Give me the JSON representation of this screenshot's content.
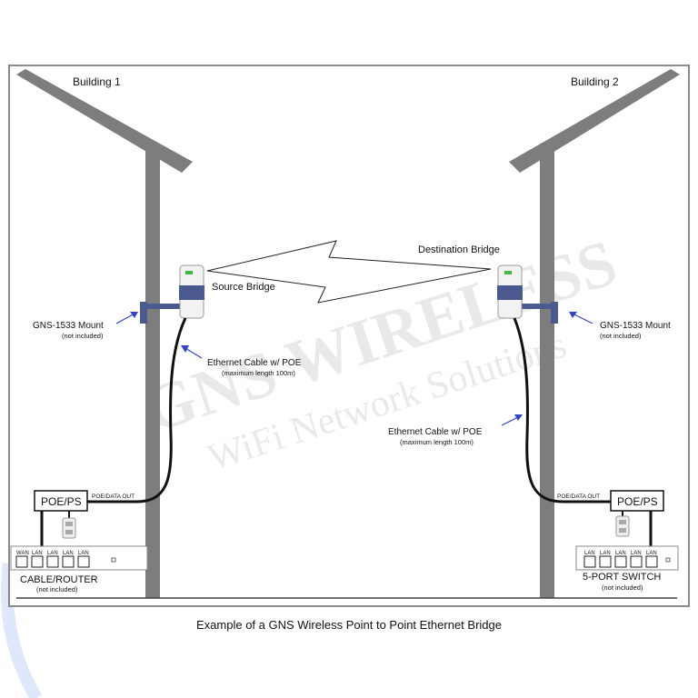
{
  "buildings": {
    "left": "Building 1",
    "right": "Building 2"
  },
  "bridges": {
    "source": "Source Bridge",
    "destination": "Destination Bridge"
  },
  "mount": {
    "label": "GNS-1533 Mount",
    "note": "(not included)"
  },
  "cable": {
    "label": "Ethernet Cable w/ POE",
    "note": "(maximum length 100m)"
  },
  "poe": {
    "label": "POE/PS",
    "out": "POE/DATA OUT"
  },
  "router": {
    "title": "CABLE/ROUTER",
    "note": "(not included)",
    "ports": [
      "WAN",
      "LAN",
      "LAN",
      "LAN",
      "LAN"
    ]
  },
  "switch": {
    "title": "5-PORT SWITCH",
    "note": "(not included)",
    "ports": [
      "LAN",
      "LAN",
      "LAN",
      "LAN",
      "LAN"
    ]
  },
  "watermark": {
    "line1": "GNS WIRELESS",
    "line2": "WiFi Network Solutions"
  },
  "caption": "Example of a GNS Wireless Point to Point Ethernet Bridge"
}
